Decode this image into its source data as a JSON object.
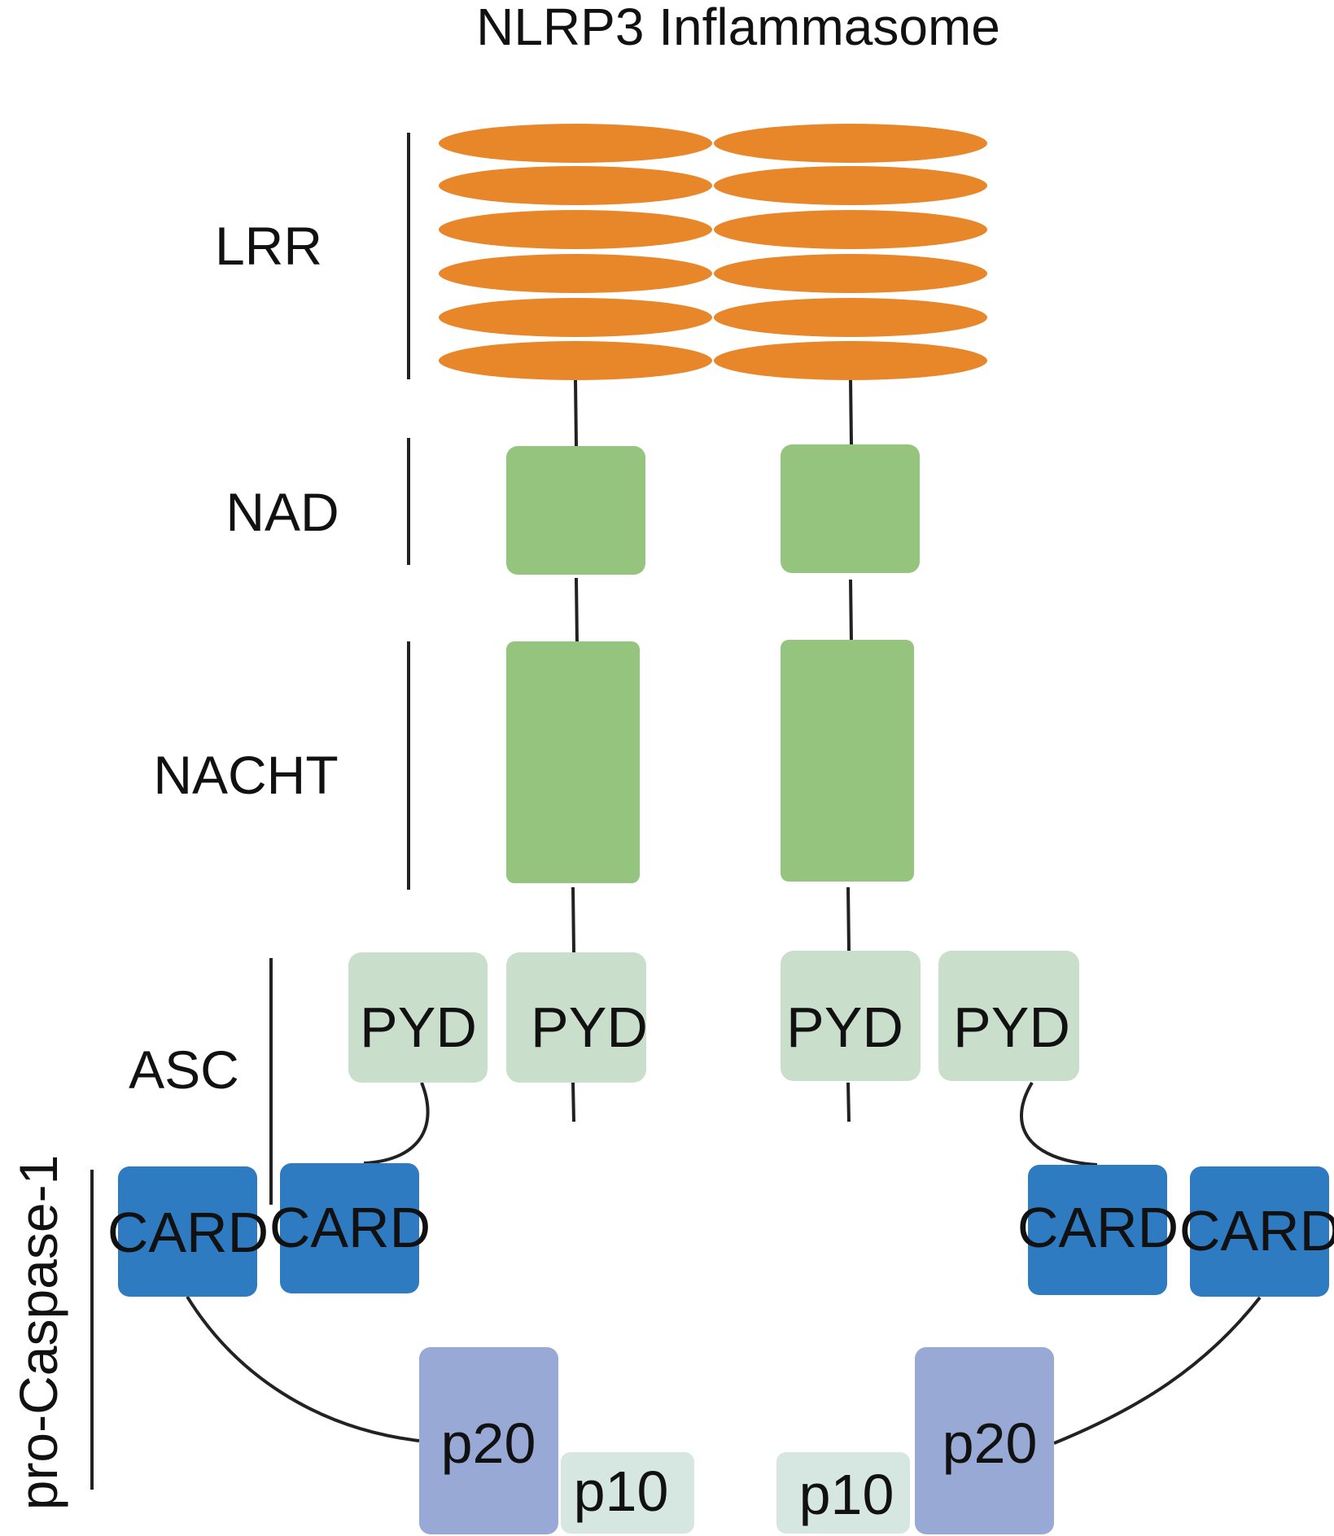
{
  "title": "NLRP3 Inflammasome",
  "sections": {
    "lrr": "LRR",
    "nad": "NAD",
    "nacht": "NACHT",
    "asc": "ASC",
    "pro_caspase": "pro-Caspase-1"
  },
  "domains": {
    "pyd": "PYD",
    "card": "CARD",
    "p20": "p20",
    "p10": "p10"
  },
  "colors": {
    "lrr": "#E8862A",
    "nad_nacht": "#95C47E",
    "pyd": "#C9DECB",
    "card": "#2F7BC2",
    "p20": "#97A9D4",
    "p10": "#D6E6E1",
    "line": "#222222"
  }
}
